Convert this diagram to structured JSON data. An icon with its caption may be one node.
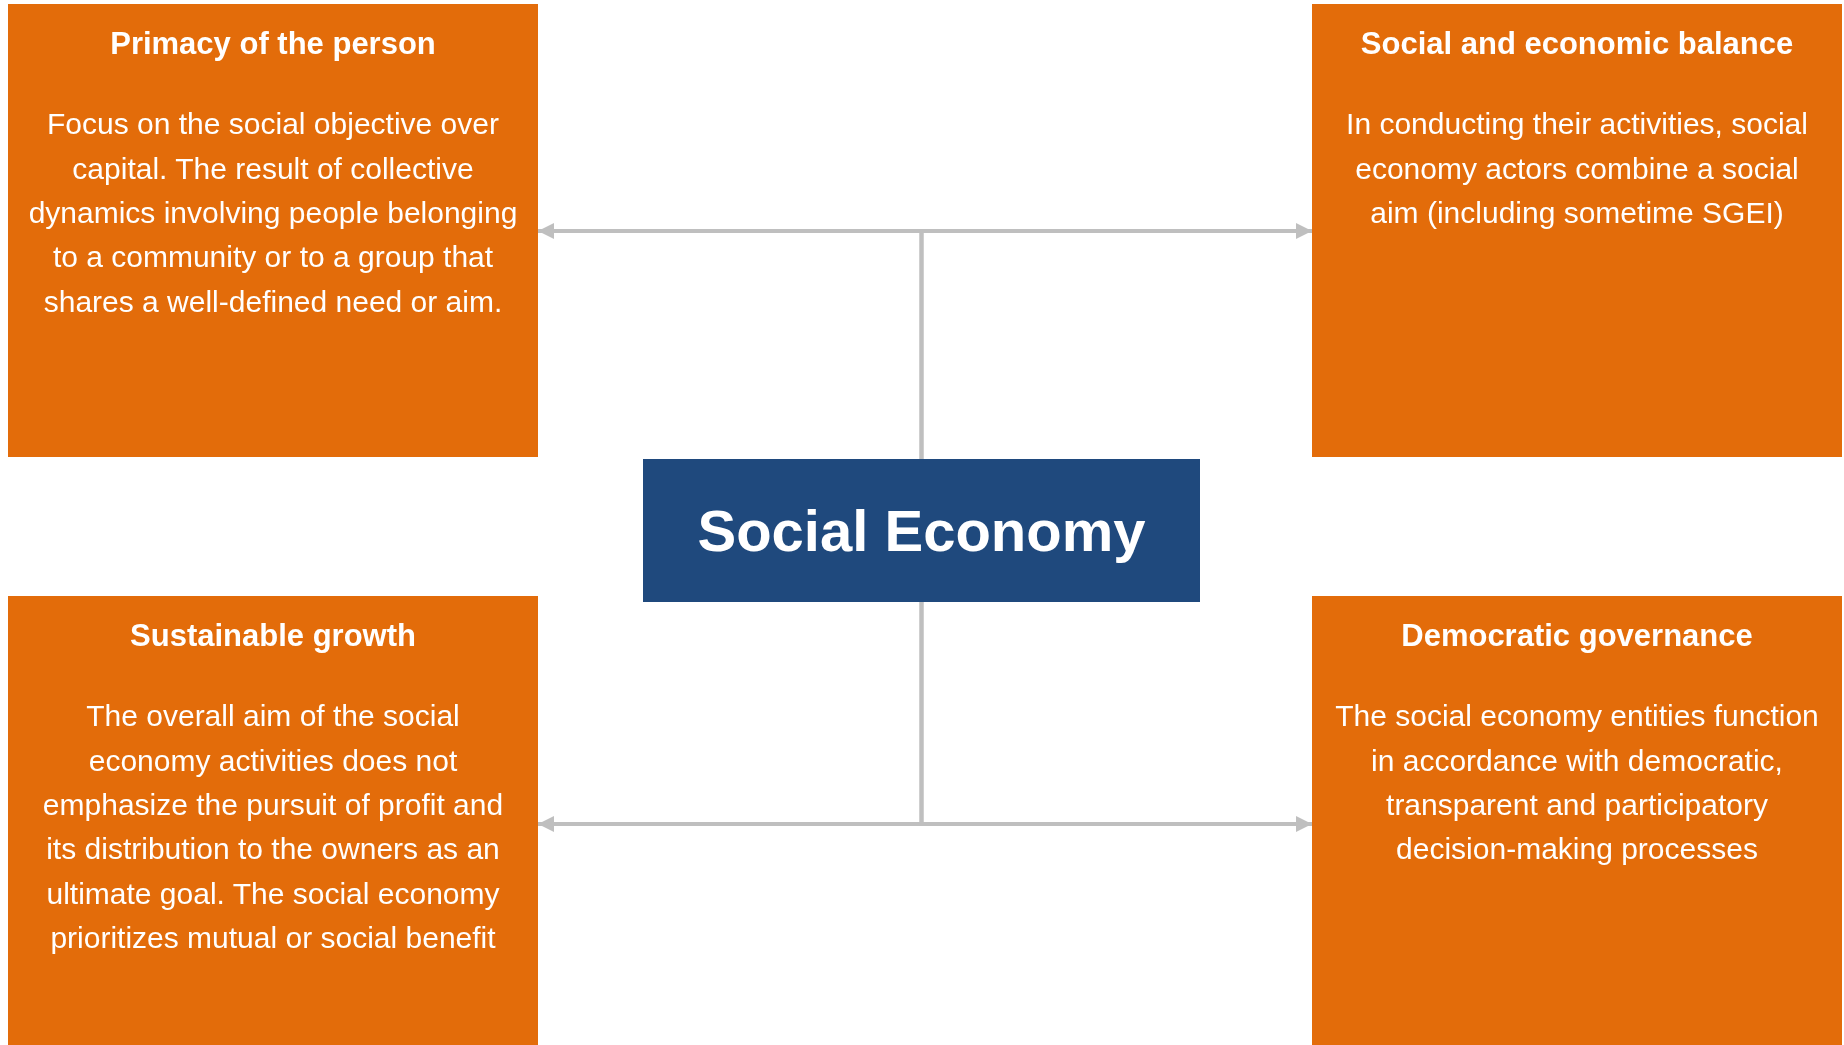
{
  "diagram": {
    "nodes": [
      {
        "text": [
          "Primacy of the person",
          "Focus on the social objective over capital. The result of collective dynamics involving people belonging to a community or to a group that shares a well-defined need or aim."
        ]
      },
      {
        "text": [
          "Social and economic balance",
          "In conducting their activities, social economy actors combine a social aim (including sometime SGEI)"
        ]
      },
      {
        "text": [
          "Social Economy"
        ]
      },
      {
        "text": [
          "Sustainable growth",
          "The overall aim of the social economy activities does not emphasize the pursuit of profit and its distribution to the owners as an ultimate goal. The social economy prioritizes mutual or social benefit"
        ]
      },
      {
        "text": [
          "Democratic governance",
          "The social economy entities function in accordance with democratic, transparent and participatory decision-making processes"
        ]
      }
    ],
    "edges": [
      {
        "from": 2,
        "to": 0,
        "arrow": "to"
      },
      {
        "from": 2,
        "to": 1,
        "arrow": "to"
      },
      {
        "from": 2,
        "to": 3,
        "arrow": "to"
      },
      {
        "from": 2,
        "to": 4,
        "arrow": "to"
      }
    ]
  }
}
